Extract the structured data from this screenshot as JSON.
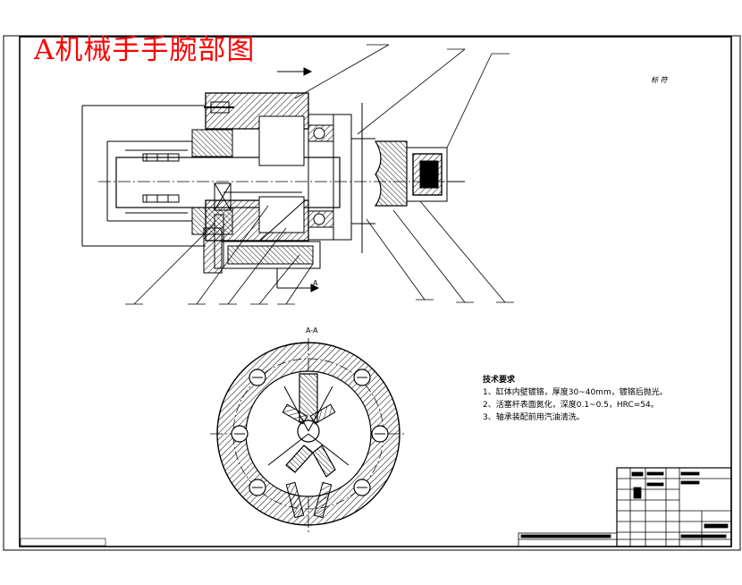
{
  "drawing": {
    "title": "A机械手手腕部图",
    "section_label": "A-A",
    "view_arrow_label": "A",
    "corner_note": "标 符",
    "tech_requirements": {
      "heading": "技术要求",
      "items": [
        "1、缸体内壁镀铬，厚度30~40mm，镀铬后抛光。",
        "2、活塞杆表面氮化，深度0.1~0.5，HRC=54。",
        "3、轴承装配前用汽油清洗。"
      ]
    },
    "colors": {
      "title": "#ff0000",
      "line": "#000000",
      "paper": "#ffffff"
    }
  }
}
